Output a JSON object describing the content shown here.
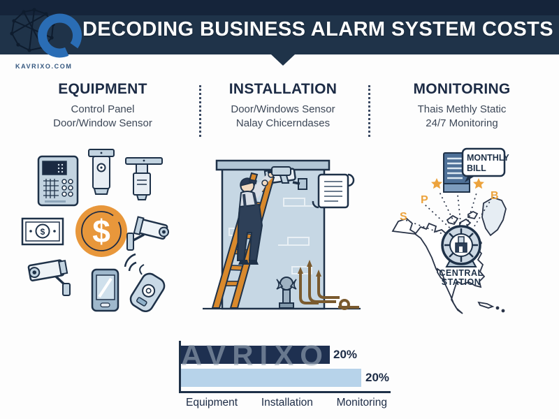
{
  "header": {
    "title": "DECODING BUSINESS ALARM SYSTEM COSTS",
    "site": "KAVRIXO.COM"
  },
  "columns": {
    "equipment": {
      "heading": "EQUIPMENT",
      "sub_line1": "Control Panel",
      "sub_line2": "Door/Window Sensor",
      "coin_symbol": "$",
      "money_symbol": "$"
    },
    "installation": {
      "heading": "INSTALLATION",
      "sub_line1": "Door/Windows Sensor",
      "sub_line2": "Nalay Chicerndases"
    },
    "monitoring": {
      "heading": "MONITORING",
      "sub_line1": "Thais Methly Static",
      "sub_line2": "24/7 Monitoring",
      "bubble_line1": "MONTHLY",
      "bubble_line2": "BILL",
      "station_line1": "CENTRAL",
      "station_line2": "STATION",
      "map_letters": {
        "s": "S",
        "p": "P",
        "b": "B"
      }
    }
  },
  "watermark": "AVRIXO",
  "chart_data": {
    "type": "bar",
    "orientation": "horizontal",
    "categories": [
      "Equipment",
      "Installation",
      "Monitoring"
    ],
    "series": [
      {
        "name": "top-bar",
        "value": 20,
        "value_label": "20%",
        "color": "#1e3050",
        "length_pct": 71
      },
      {
        "name": "bottom-bar",
        "value": 20,
        "value_label": "20%",
        "color": "#b7d3ea",
        "length_pct": 86
      }
    ],
    "title": "",
    "xlabel": "",
    "ylabel": "",
    "value_axis_visible": false,
    "grid": false,
    "legend": false
  },
  "colors": {
    "banner": "#1f3349",
    "banner_top_strip": "#15243a",
    "heading_text": "#1c2b45",
    "body_text": "#3c4757",
    "accent_orange": "#e8973b",
    "star_orange": "#eca33d",
    "logo_blue": "#2a6db5",
    "bar_dark": "#1e3050",
    "bar_light": "#b7d3ea"
  }
}
